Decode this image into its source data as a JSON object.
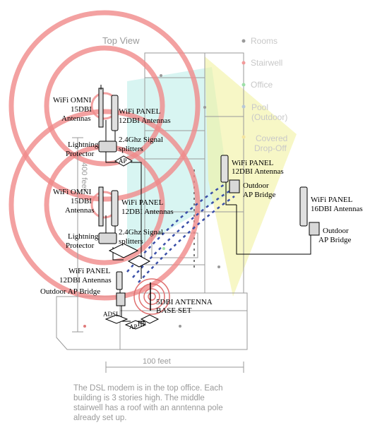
{
  "diagram": {
    "view_title": "Top View",
    "legend": [
      {
        "label": "Rooms",
        "color": "#9a9a9a"
      },
      {
        "label": "Stairwell",
        "color": "#f29a9a"
      },
      {
        "label": "Office",
        "color": "#9de0a8"
      },
      {
        "label": "Pool",
        "label_line2": "(Outdoor)",
        "color": "#b8c8d8"
      },
      {
        "label": "Covered",
        "label_line2": "Drop-Off",
        "color": "#f4e4a0"
      }
    ],
    "labels": {
      "omni_top_l1": "WiFi OMNI",
      "omni_top_l2": "15DBI",
      "omni_top_l3": "Antennas",
      "panel_top_l1": "WiFi PANEL",
      "panel_top_l2": "12DBI Antennas",
      "lightning_top_l1": "Lightning",
      "lightning_top_l2": "Protector",
      "splitter_top_l1": "2.4Ghz Signal",
      "splitter_top_l2": "splitters",
      "ap_top": "AP",
      "omni_mid_l1": "WiFi OMNI",
      "omni_mid_l2": "15DBI",
      "omni_mid_l3": "Antennas",
      "panel_mid_l1": "WiFi PANEL",
      "panel_mid_l2": "12DBI Antennas",
      "lightning_mid_l1": "Lightning",
      "lightning_mid_l2": "Protector",
      "splitter_mid_l1": "2.4Ghz Signal",
      "splitter_mid_l2": "splitters",
      "panel_low_l1": "WiFi PANEL",
      "panel_low_l2": "12DBI Antennas",
      "outdoor_low": "Outdoor AP Bridge",
      "base_l1": "5DBI ANTENNA",
      "base_l2": "BASE SET",
      "adsl": "ADSL",
      "ap_base": "AP",
      "hp": "HP",
      "panel_r1_l1": "WiFi PANEL",
      "panel_r1_l2": "12DBI Antennas",
      "outdoor_r1_l1": "Outdoor",
      "outdoor_r1_l2": "AP Bridge",
      "panel_r2_l1": "WiFi PANEL",
      "panel_r2_l2": "16DBI Antennas",
      "outdoor_r2_l1": "Outdoor",
      "outdoor_r2_l2": "AP Bridge",
      "dim_vertical": "400 feet",
      "dim_horizontal": "100 feet"
    },
    "caption_lines": [
      "The DSL modem is in the top office.  Each",
      "building is 3 stories high.  The middle",
      "stairwell has a roof with an anntenna pole",
      "already set up."
    ]
  }
}
